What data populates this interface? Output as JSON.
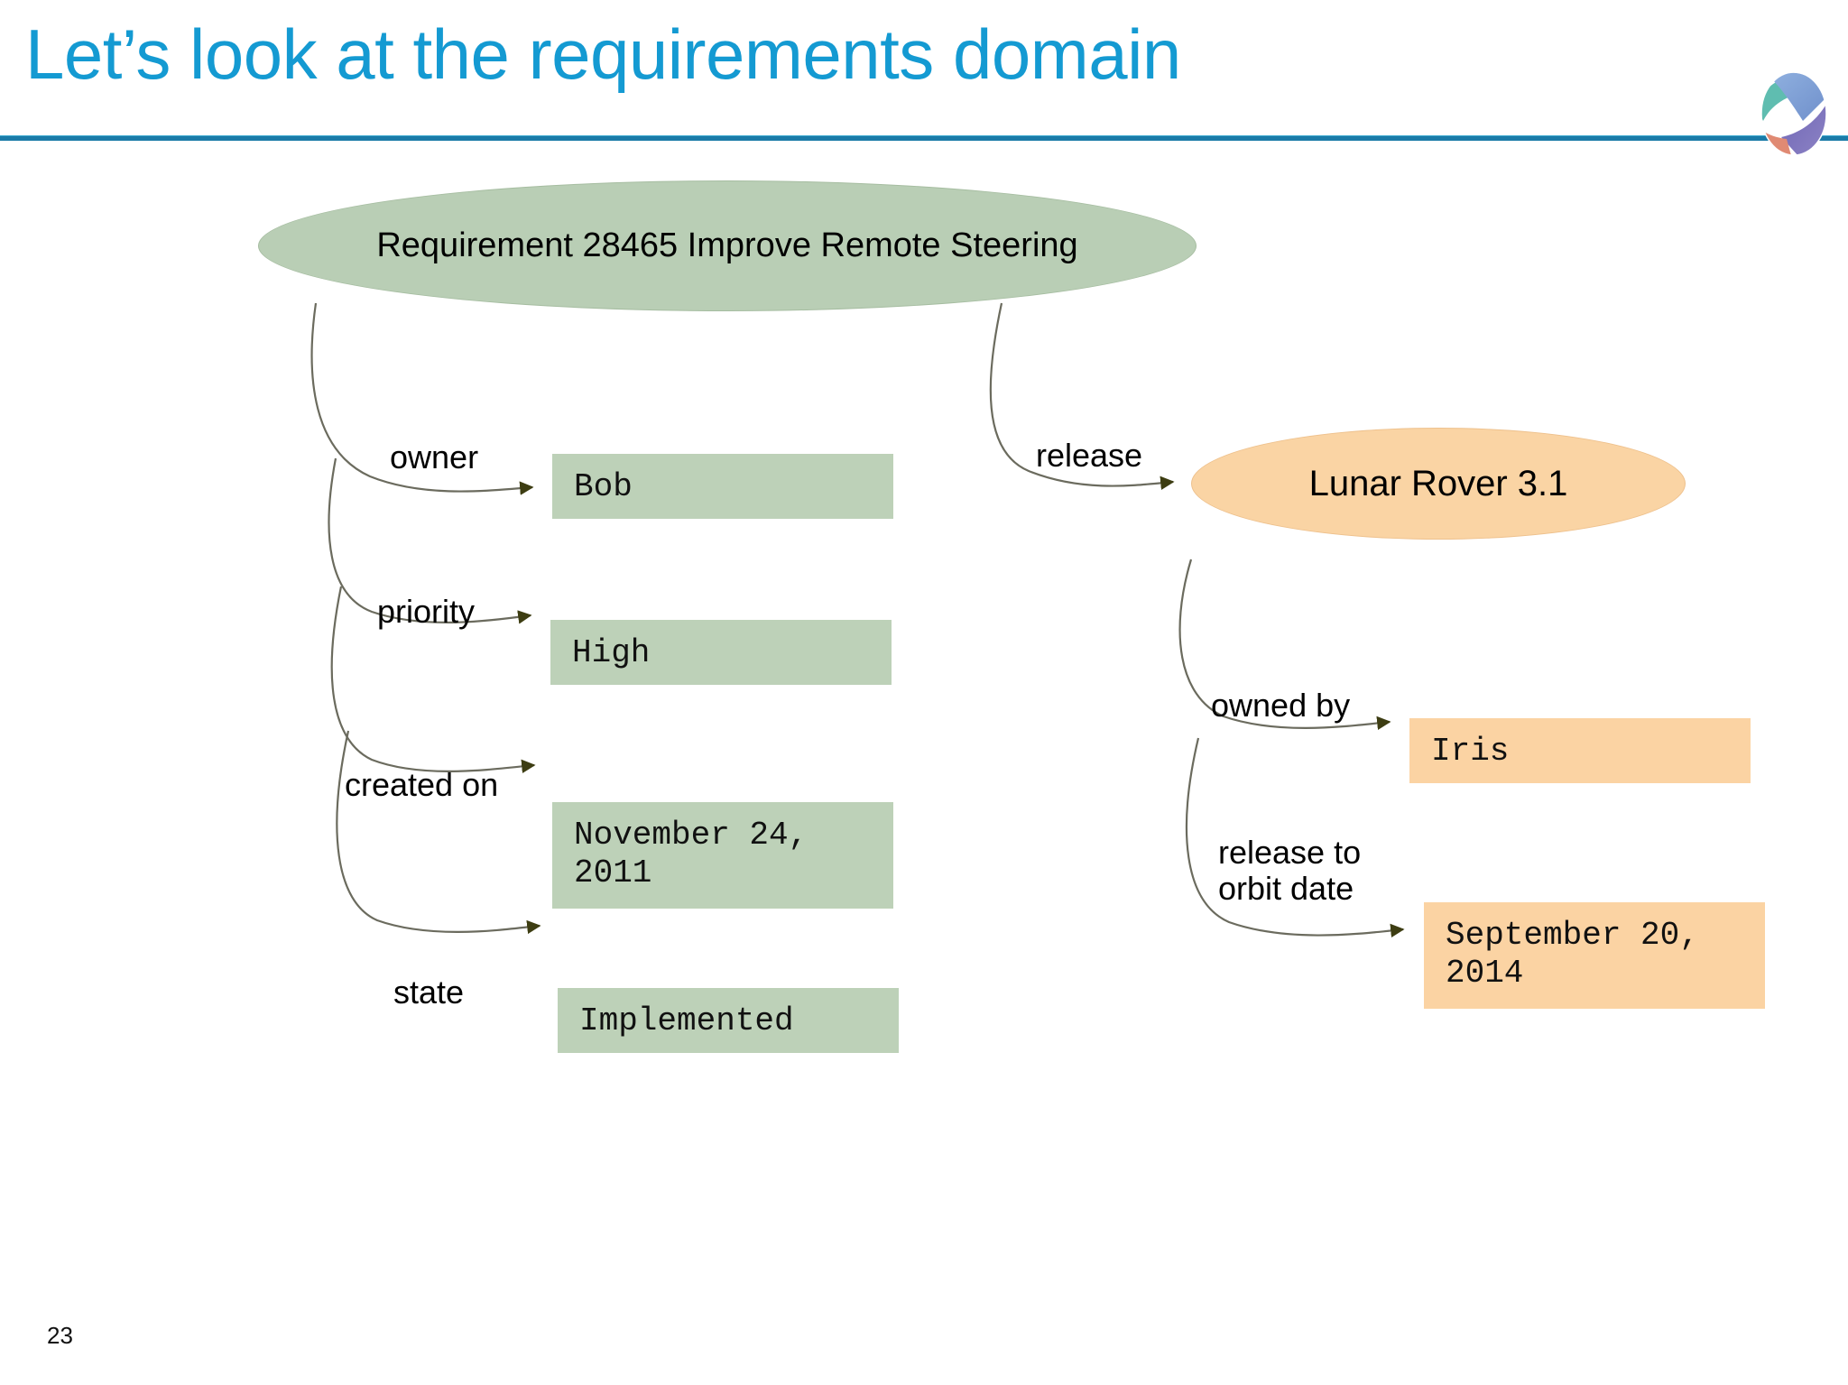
{
  "slide": {
    "title": "Let’s look at the requirements domain",
    "page_number": "23",
    "title_color": "#149ad2",
    "rule_color": "#1b7ba8"
  },
  "logo": {
    "name": "sphere-logo",
    "colors": [
      "#7b9fd4",
      "#5f54a8",
      "#5fbdb0",
      "#e08a73"
    ]
  },
  "diagram": {
    "type": "entity-attribute-graph",
    "nodes": [
      {
        "id": "requirement",
        "shape": "ellipse",
        "label": "Requirement 28465 Improve Remote Steering",
        "fill": "#b9ceb5"
      },
      {
        "id": "release",
        "shape": "ellipse",
        "label": "Lunar Rover 3.1",
        "fill": "#fad4a4"
      }
    ],
    "requirement_attributes": [
      {
        "edge": "owner",
        "value": "Bob",
        "fill": "#bdd1b8"
      },
      {
        "edge": "priority",
        "value": "High",
        "fill": "#bdd1b8"
      },
      {
        "edge": "created on",
        "value": "November 24,\n2011",
        "fill": "#bdd1b8"
      },
      {
        "edge": "state",
        "value": "Implemented",
        "fill": "#bdd1b8"
      }
    ],
    "release_attributes": [
      {
        "edge": "owned by",
        "value": "Iris",
        "fill": "#fbd3a3"
      },
      {
        "edge": "release to\norbit date",
        "value": "September 20,\n2014",
        "fill": "#fbd3a3"
      }
    ],
    "inter_node_edge": {
      "edge": "release",
      "from": "requirement",
      "to": "release"
    },
    "edge_line_color": "#6b6b5e",
    "arrowhead_color": "#3d3d12"
  }
}
